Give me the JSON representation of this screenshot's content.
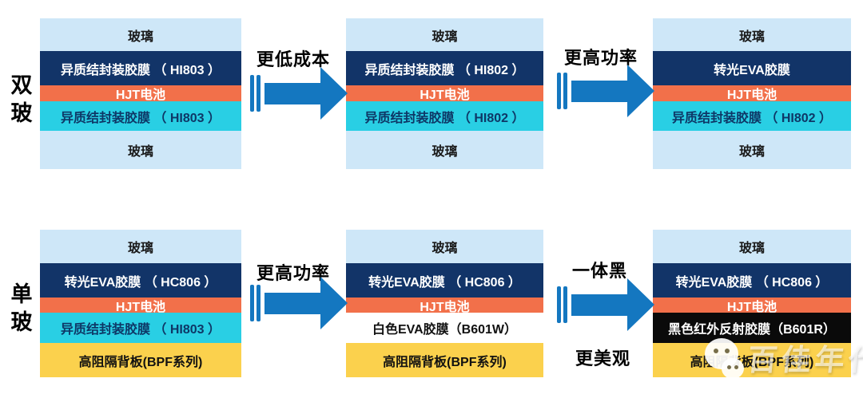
{
  "diagram": {
    "colors": {
      "canvas_bg": "#FFFFFF",
      "glass": "#CEE7F8",
      "glass_text": "#1A1A1A",
      "film_navy": "#123468",
      "film_navy_text": "#FFFFFF",
      "cell_orange": "#F2704A",
      "cell_text": "#FFFFFF",
      "film_cyan": "#29CFE4",
      "film_cyan_text": "#0E3766",
      "film_white": "#FFFFFF",
      "film_white_text": "#111111",
      "film_black": "#0A0A0A",
      "film_black_text": "#FFFFFF",
      "backsheet_yellow": "#FBD14D",
      "backsheet_text": "#111111",
      "arrow": "#1477C0",
      "label_text": "#000000"
    },
    "rows": [
      {
        "side_label": "双玻",
        "stacks": [
          {
            "layers": [
              {
                "text": "玻璃",
                "bg": "#CEE7F8",
                "fg": "#1A1A1A"
              },
              {
                "text": "异质结封装胶膜 （ HI803 ）",
                "bg": "#123468",
                "fg": "#FFFFFF"
              },
              {
                "text": "HJT电池",
                "bg": "#F2704A",
                "fg": "#FFFFFF"
              },
              {
                "text": "异质结封装胶膜 （ HI803 ）",
                "bg": "#29CFE4",
                "fg": "#0E3766"
              },
              {
                "text": "玻璃",
                "bg": "#CEE7F8",
                "fg": "#1A1A1A"
              }
            ]
          },
          {
            "layers": [
              {
                "text": "玻璃",
                "bg": "#CEE7F8",
                "fg": "#1A1A1A"
              },
              {
                "text": "异质结封装胶膜 （ HI802 ）",
                "bg": "#123468",
                "fg": "#FFFFFF"
              },
              {
                "text": "HJT电池",
                "bg": "#F2704A",
                "fg": "#FFFFFF"
              },
              {
                "text": "异质结封装胶膜 （ HI802 ）",
                "bg": "#29CFE4",
                "fg": "#0E3766"
              },
              {
                "text": "玻璃",
                "bg": "#CEE7F8",
                "fg": "#1A1A1A"
              }
            ]
          },
          {
            "layers": [
              {
                "text": "玻璃",
                "bg": "#CEE7F8",
                "fg": "#1A1A1A"
              },
              {
                "text": "转光EVA胶膜",
                "bg": "#123468",
                "fg": "#FFFFFF"
              },
              {
                "text": "HJT电池",
                "bg": "#F2704A",
                "fg": "#FFFFFF"
              },
              {
                "text": "异质结封装胶膜 （ HI802 ）",
                "bg": "#29CFE4",
                "fg": "#0E3766"
              },
              {
                "text": "玻璃",
                "bg": "#CEE7F8",
                "fg": "#1A1A1A"
              }
            ]
          }
        ],
        "transitions": [
          {
            "label": "更低成本"
          },
          {
            "label": "更高功率"
          }
        ]
      },
      {
        "side_label": "单玻",
        "stacks": [
          {
            "layers": [
              {
                "text": "玻璃",
                "bg": "#CEE7F8",
                "fg": "#1A1A1A"
              },
              {
                "text": "转光EVA胶膜 （ HC806 ）",
                "bg": "#123468",
                "fg": "#FFFFFF"
              },
              {
                "text": "HJT电池",
                "bg": "#F2704A",
                "fg": "#FFFFFF"
              },
              {
                "text": "异质结封装胶膜 （ HI803 ）",
                "bg": "#29CFE4",
                "fg": "#0E3766"
              },
              {
                "text": "高阻隔背板(BPF系列)",
                "bg": "#FBD14D",
                "fg": "#111111"
              }
            ]
          },
          {
            "layers": [
              {
                "text": "玻璃",
                "bg": "#CEE7F8",
                "fg": "#1A1A1A"
              },
              {
                "text": "转光EVA胶膜 （ HC806 ）",
                "bg": "#123468",
                "fg": "#FFFFFF"
              },
              {
                "text": "HJT电池",
                "bg": "#F2704A",
                "fg": "#FFFFFF"
              },
              {
                "text": "白色EVA胶膜（B601W）",
                "bg": "#FFFFFF",
                "fg": "#111111"
              },
              {
                "text": "高阻隔背板(BPF系列)",
                "bg": "#FBD14D",
                "fg": "#111111"
              }
            ]
          },
          {
            "layers": [
              {
                "text": "玻璃",
                "bg": "#CEE7F8",
                "fg": "#1A1A1A"
              },
              {
                "text": "转光EVA胶膜 （ HC806 ）",
                "bg": "#123468",
                "fg": "#FFFFFF"
              },
              {
                "text": "HJT电池",
                "bg": "#F2704A",
                "fg": "#FFFFFF"
              },
              {
                "text": "黑色红外反射胶膜（B601R）",
                "bg": "#0A0A0A",
                "fg": "#FFFFFF"
              },
              {
                "text": "高阻隔背板(BPF系列)",
                "bg": "#FBD14D",
                "fg": "#111111"
              }
            ]
          }
        ],
        "transitions": [
          {
            "label": "更高功率"
          },
          {
            "label": "一体黑",
            "label_below": "更美观"
          }
        ]
      }
    ],
    "watermark": {
      "brand": "百佳年代",
      "icon": "wechat-logo"
    }
  }
}
